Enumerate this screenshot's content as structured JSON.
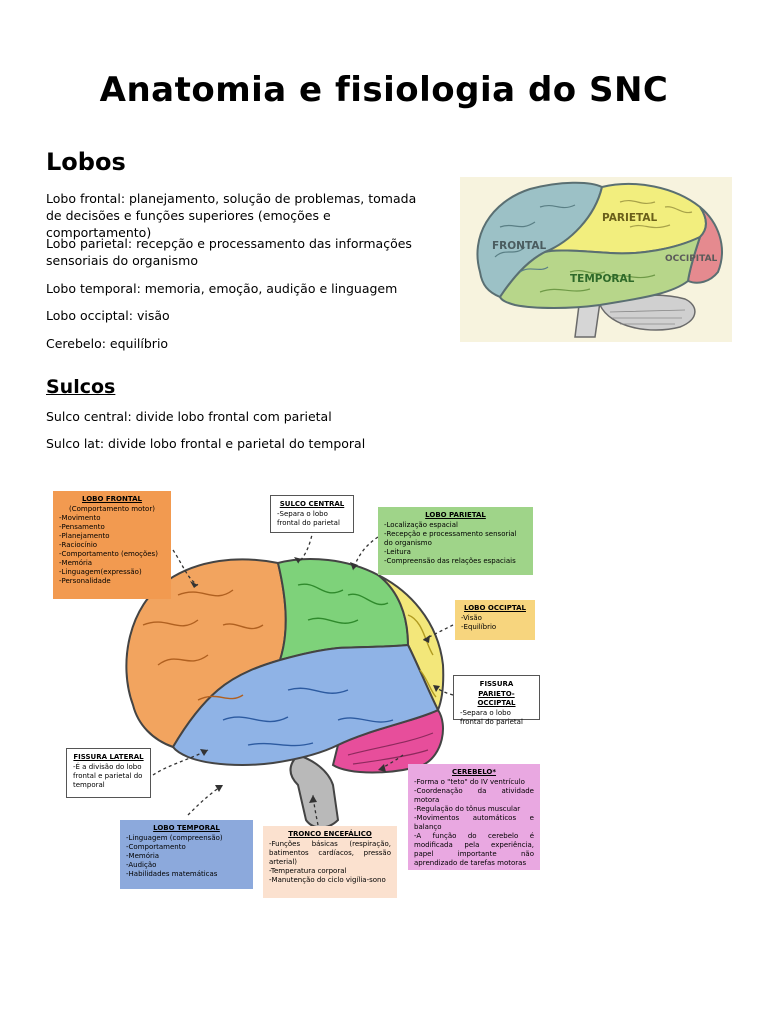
{
  "title": "Anatomia e fisiologia do SNC",
  "lobos": {
    "heading": "Lobos",
    "items": [
      "Lobo frontal: planejamento, solução de problemas, tomada de decisões e funções superiores (emoções e comportamento)",
      "Lobo parietal: recepção e processamento das informações sensoriais do organismo",
      "Lobo temporal: memoria, emoção, audição e linguagem",
      "Lobo occiptal: visão",
      "Cerebelo: equilíbrio"
    ]
  },
  "sulcos": {
    "heading": "Sulcos",
    "items": [
      "Sulco central: divide lobo frontal com parietal",
      "Sulco lat: divide lobo frontal e parietal do temporal"
    ]
  },
  "figure1": {
    "labels": {
      "frontal": "FRONTAL",
      "parietal": "PARIETAL",
      "temporal": "TEMPORAL",
      "occipital": "OCCIPITAL"
    }
  },
  "figure2": {
    "frontal": {
      "title": "LOBO FRONTAL",
      "lines": [
        "(Comportamento motor)",
        "-Movimento",
        "-Pensamento",
        "-Planejamento",
        "-Raciocínio",
        "-Comportamento (emoções)",
        "-Memória",
        "-Linguagem(expressão)",
        "-Personalidade"
      ]
    },
    "sulco_central": {
      "title": "SULCO CENTRAL",
      "lines": [
        "-Separa o lobo frontal do parietal"
      ]
    },
    "parietal": {
      "title": "LOBO PARIETAL",
      "lines": [
        "-Localização espacial",
        "-Recepção e processamento sensorial do organismo",
        "-Leitura",
        "-Compreensão das relações espaciais"
      ]
    },
    "occipital": {
      "title": "LOBO OCCIPTAL",
      "lines": [
        "-Visão",
        "-Equilíbrio"
      ]
    },
    "parieto": {
      "title_line1": "FISSURA",
      "title_line2": "PARIETO-OCCIPTAL",
      "lines": [
        "-Separa o lobo frontal do parietal"
      ]
    },
    "fissura_lateral": {
      "title": "FISSURA LATERAL",
      "lines": [
        "-É a divisão do lobo frontal e parietal do temporal"
      ]
    },
    "cerebelo": {
      "title": "CEREBELO*",
      "lines": [
        "-Forma o \"teto\" do IV ventrículo",
        "-Coordenação da atividade motora",
        "-Regulação do tônus muscular",
        "-Movimentos automáticos e balanço",
        "-A função do cerebelo é modificada pela experiência, papel importante não aprendizado de tarefas motoras"
      ]
    },
    "temporal": {
      "title": "LOBO TEMPORAL",
      "lines": [
        "-Linguagem (compreensão)",
        "-Comportamento",
        "-Memória",
        "-Audição",
        "-Habilidades matemáticas"
      ]
    },
    "tronco": {
      "title": "TRONCO ENCEFÁLICO",
      "lines": [
        "-Funções básicas (respiração, batimentos cardíacos, pressão arterial)",
        "-Temperatura corporal",
        "-Manutenção do ciclo vigília-sono"
      ]
    }
  }
}
